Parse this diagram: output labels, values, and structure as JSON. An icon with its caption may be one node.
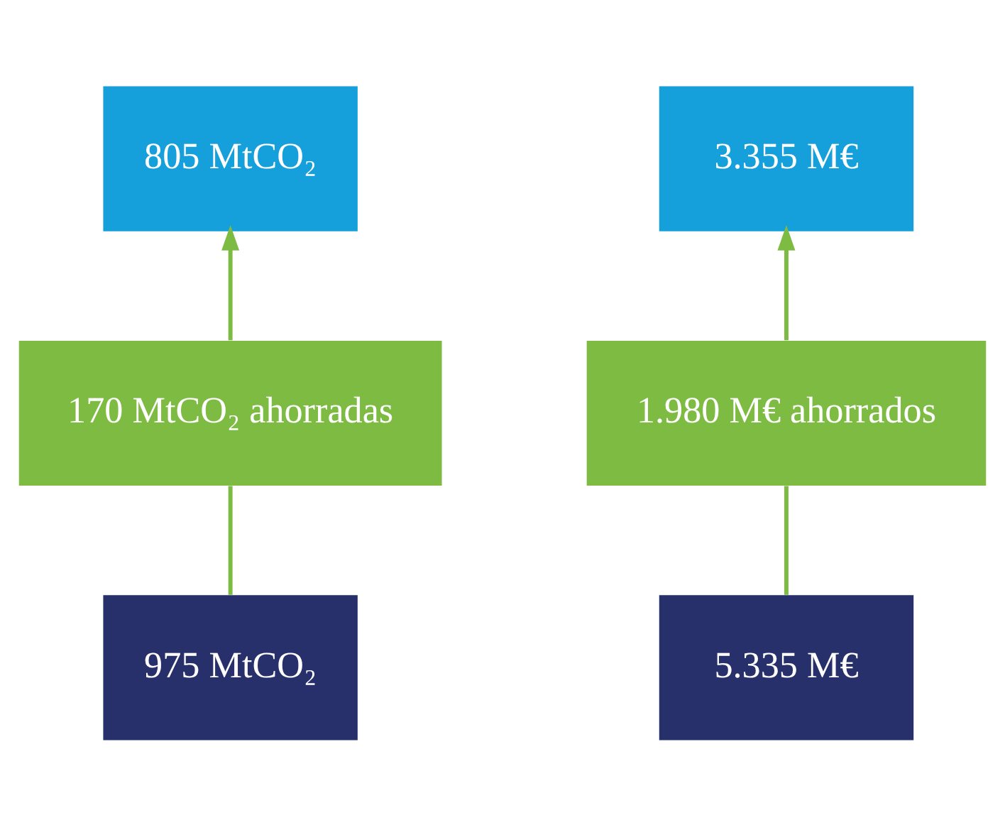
{
  "diagram": {
    "nodes": [
      {
        "text": [
          "805 MtCO₂"
        ]
      },
      {
        "text": [
          "3.355 M€"
        ]
      },
      {
        "text": [
          "170 MtCO₂ ahorradas"
        ]
      },
      {
        "text": [
          "1.980 M€ ahorrados"
        ]
      },
      {
        "text": [
          "975 MtCO₂"
        ]
      },
      {
        "text": [
          "5.335 M€"
        ]
      }
    ],
    "edges": [
      {
        "from": 4,
        "to": 2,
        "arrow": "none"
      },
      {
        "from": 2,
        "to": 0,
        "arrow": "to"
      },
      {
        "from": 5,
        "to": 3,
        "arrow": "none"
      },
      {
        "from": 3,
        "to": 1,
        "arrow": "to"
      }
    ]
  }
}
